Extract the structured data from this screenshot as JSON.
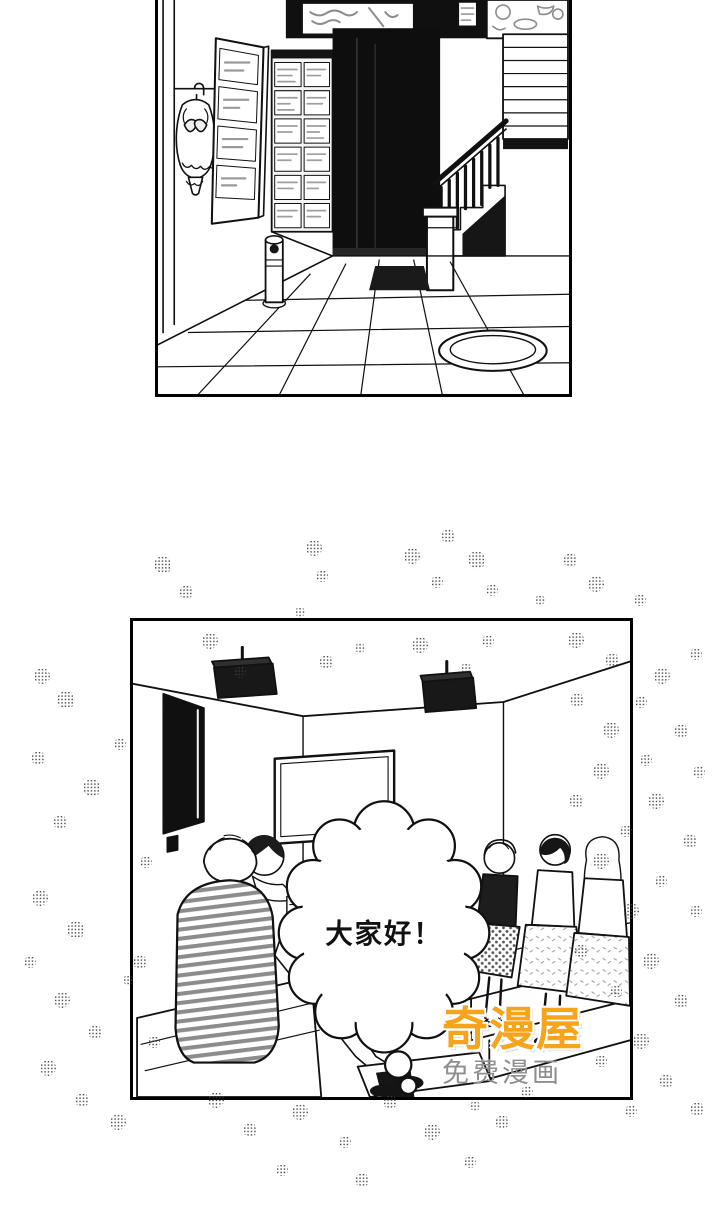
{
  "page": {
    "background": "#ffffff",
    "ink_color": "#111111",
    "screentone_color": "#3f3f3f"
  },
  "speech": {
    "text": "大家好！"
  },
  "watermark": {
    "logo": "奇漫屋",
    "subtitle": "免费漫画",
    "logo_color": "#f7a41d",
    "subtitle_color": "#8f8f8f"
  }
}
